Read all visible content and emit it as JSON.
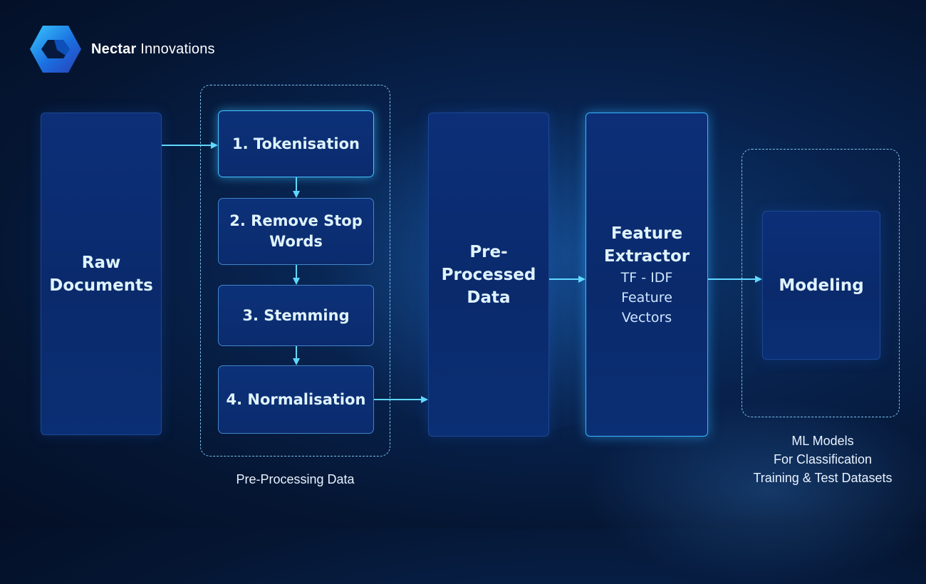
{
  "brand": {
    "name_bold": "Nectar",
    "name_rest": " Innovations"
  },
  "raw": {
    "line1": "Raw",
    "line2": "Documents"
  },
  "steps": [
    {
      "line1": "1. Tokenisation",
      "line2": ""
    },
    {
      "line1": "2. Remove Stop",
      "line2": "Words"
    },
    {
      "line1": "3. Stemming",
      "line2": ""
    },
    {
      "line1": "4. Normalisation",
      "line2": ""
    }
  ],
  "preprocessing_caption": "Pre-Processing Data",
  "preprocessed": {
    "line1": "Pre-",
    "line2": "Processed",
    "line3": "Data"
  },
  "feature": {
    "title1": "Feature",
    "title2": "Extractor",
    "sub1": "TF - IDF",
    "sub2": "Feature",
    "sub3": "Vectors"
  },
  "modeling": {
    "label": "Modeling"
  },
  "ml_caption": {
    "line1": "ML Models",
    "line2": "For Classification",
    "line3": "Training & Test Datasets"
  },
  "colors": {
    "accent": "#47c6ff",
    "arrow": "#5fd8ff",
    "dashed": "#7ec4f0"
  }
}
